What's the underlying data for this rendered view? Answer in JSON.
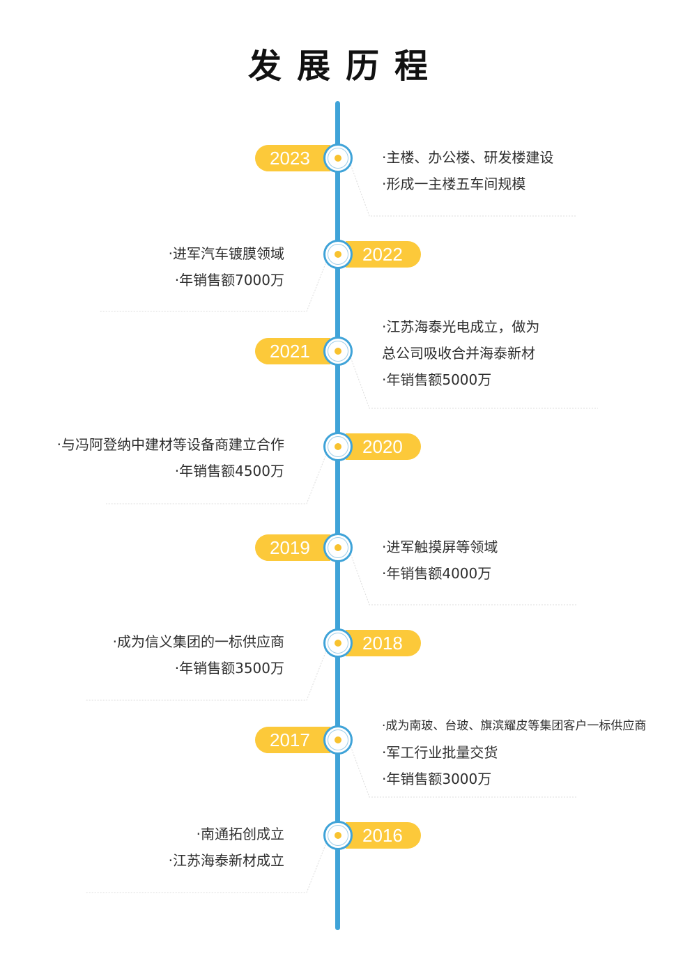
{
  "title": "发展历程",
  "colors": {
    "axis": "#3fa3d8",
    "pill": "#fcc93a",
    "dot": "#f8c22f",
    "guide": "#dcdcdc"
  },
  "milestones": [
    {
      "year": "2023",
      "lines": [
        "·主楼、办公楼、研发楼建设",
        "·形成一主楼五车间规模"
      ]
    },
    {
      "year": "2022",
      "lines": [
        "·进军汽车镀膜领域",
        "·年销售额7000万"
      ]
    },
    {
      "year": "2021",
      "lines": [
        "·江苏海泰光电成立，做为",
        "总公司吸收合并海泰新材",
        "·年销售额5000万"
      ]
    },
    {
      "year": "2020",
      "lines": [
        "·与冯阿登纳中建材等设备商建立合作",
        "·年销售额4500万"
      ]
    },
    {
      "year": "2019",
      "lines": [
        "·进军触摸屏等领域",
        "·年销售额4000万"
      ]
    },
    {
      "year": "2018",
      "lines": [
        "·成为信义集团的一标供应商",
        "·年销售额3500万"
      ]
    },
    {
      "year": "2017",
      "lines": [
        "·成为南玻、台玻、旗滨耀皮等集团客户一标供应商",
        "·军工行业批量交货",
        "·年销售额3000万"
      ]
    },
    {
      "year": "2016",
      "lines": [
        "·南通拓创成立",
        "·江苏海泰新材成立"
      ]
    }
  ]
}
